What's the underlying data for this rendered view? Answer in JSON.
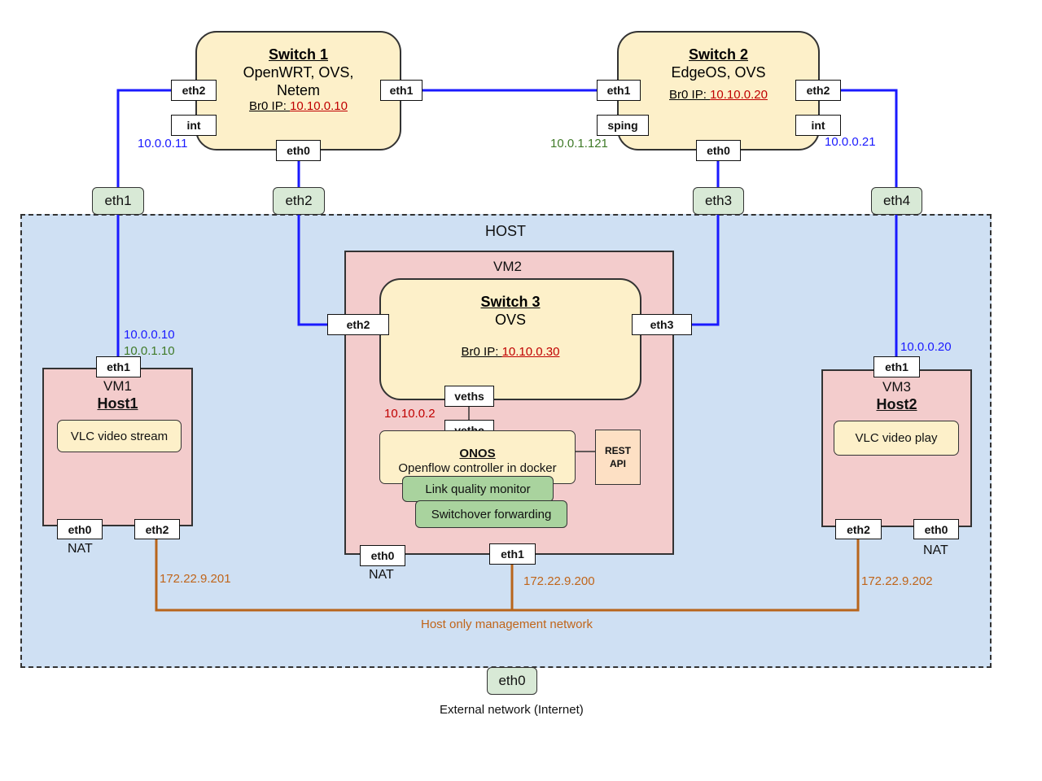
{
  "host": {
    "label": "HOST"
  },
  "vm2": {
    "label": "VM2"
  },
  "switch1": {
    "title": "Switch 1",
    "subtitle1": "OpenWRT, OVS,",
    "subtitle2": "Netem",
    "br_prefix": "Br0 IP: ",
    "br_ip": "10.10.0.10",
    "ports": {
      "eth2": "eth2",
      "int": "int",
      "eth1": "eth1",
      "eth0": "eth0"
    }
  },
  "switch2": {
    "title": "Switch 2",
    "subtitle1": "EdgeOS, OVS",
    "br_prefix": "Br0 IP: ",
    "br_ip": "10.10.0.20",
    "ports": {
      "eth1": "eth1",
      "sping": "sping",
      "eth2": "eth2",
      "int": "int",
      "eth0": "eth0"
    }
  },
  "switch3": {
    "title": "Switch 3",
    "subtitle": "OVS",
    "br_prefix": "Br0 IP: ",
    "br_ip": "10.10.0.30",
    "ports": {
      "eth2": "eth2",
      "eth3": "eth3",
      "veths": "veths"
    }
  },
  "host_ports": {
    "eth1": "eth1",
    "eth2": "eth2",
    "eth3": "eth3",
    "eth4": "eth4",
    "eth0": "eth0"
  },
  "vm1": {
    "label": "VM1",
    "name": "Host1",
    "app": "VLC video stream",
    "nat": "NAT",
    "ports": {
      "eth1": "eth1",
      "eth0": "eth0",
      "eth2": "eth2"
    }
  },
  "vm3": {
    "label": "VM3",
    "name": "Host2",
    "app": "VLC video play",
    "nat": "NAT",
    "ports": {
      "eth1": "eth1",
      "eth2": "eth2",
      "eth0": "eth0"
    }
  },
  "onos": {
    "title": "ONOS",
    "subtitle": "Openflow controller in docker",
    "vethc": "vethc",
    "veth_ip": "10.10.0.2",
    "rest_line1": "REST",
    "rest_line2": "API",
    "monitor": "Link quality monitor",
    "forwarding": "Switchover forwarding"
  },
  "vm2_ports": {
    "eth0": "eth0",
    "eth1": "eth1",
    "nat": "NAT"
  },
  "ips": {
    "s1_int": "10.0.0.11",
    "s2_sping": "10.0.1.121",
    "s2_int": "10.0.0.21",
    "vm1_eth1_a": "10.0.0.10",
    "vm1_eth1_b": "10.0.1.10",
    "vm3_eth1": "10.0.0.20",
    "vm1_eth2": "172.22.9.201",
    "vm2_eth1": "172.22.9.200",
    "vm3_eth2": "172.22.9.202"
  },
  "mgmt_label": "Host only management network",
  "external_label": "External network (Internet)",
  "colors": {
    "link": "#1a1aff",
    "mgmt": "#b8651b",
    "ip_red": "#c00000",
    "ip_green": "#3f7a28"
  }
}
